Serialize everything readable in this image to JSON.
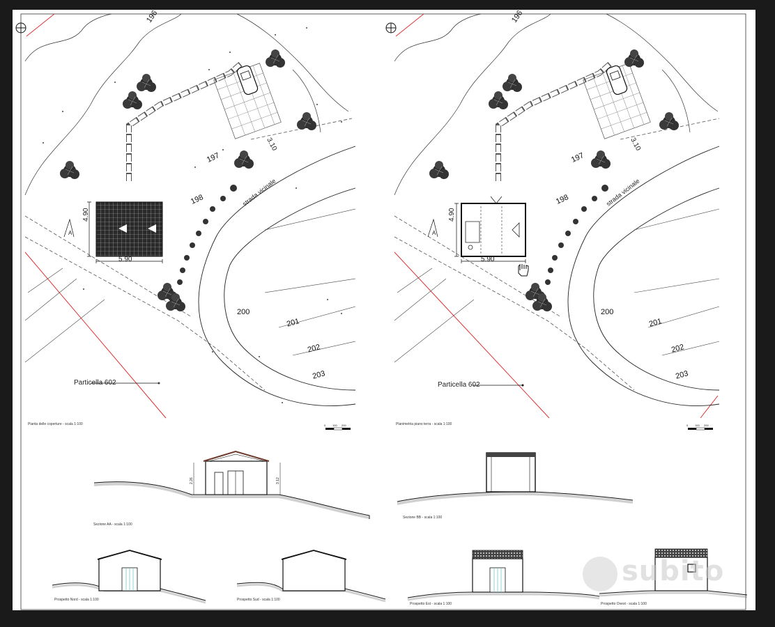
{
  "plans": [
    {
      "caption": "Pianta delle coperture - scala 1:100",
      "particella": "Particella 602",
      "road": "strada vicinale",
      "dim_width": "5.90",
      "dim_depth": "4.90",
      "dim_road": "3.10",
      "section_mark": "A",
      "scale_labels": [
        "0",
        "100",
        "200"
      ],
      "contours": [
        "196",
        "197",
        "198",
        "200",
        "201",
        "202",
        "203"
      ]
    },
    {
      "caption": "Planimetria piano terra - scala 1:100",
      "particella": "Particella 602",
      "road": "strada vicinale",
      "dim_width": "5.90",
      "dim_depth": "4.90",
      "dim_road": "3.10",
      "section_mark": "A",
      "scale_labels": [
        "0",
        "100",
        "200"
      ],
      "contours": [
        "196",
        "197",
        "198",
        "200",
        "201",
        "202",
        "203"
      ]
    }
  ],
  "sections": [
    {
      "caption": "Sezione AA - scala 1:100",
      "dim_left": "2.26",
      "dim_right": "3.12"
    },
    {
      "caption": "Sezione BB - scala 1:100"
    }
  ],
  "elevations": [
    {
      "caption": "Prospetto Nord - scala 1:100"
    },
    {
      "caption": "Prospetto Sud - scala 1:100"
    },
    {
      "caption": "Prospetto Est - scala 1:100"
    },
    {
      "caption": "Prospetto Ovest - scala 1:100"
    }
  ],
  "watermark": "subito"
}
